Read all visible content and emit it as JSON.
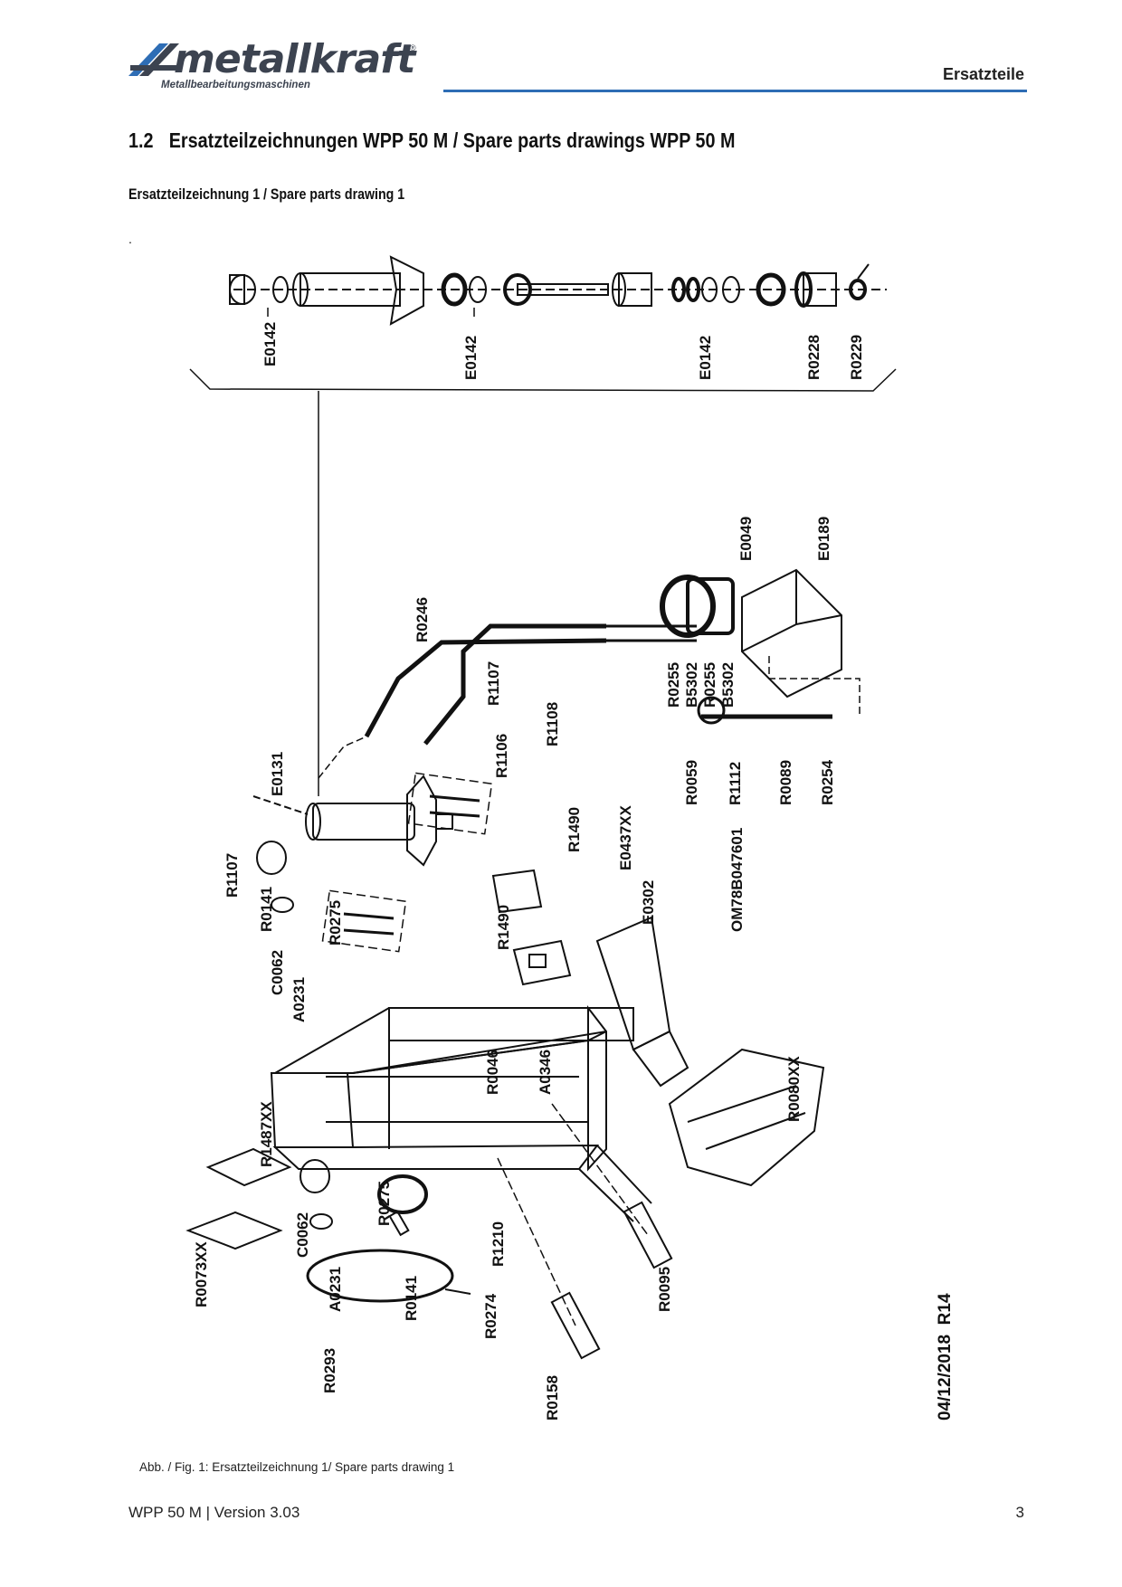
{
  "header": {
    "logo_word": "metallkraft",
    "logo_subtitle": "Metallbearbeitungsmaschinen",
    "section_label": "Ersatzteile",
    "accent_color": "#2e6db5"
  },
  "section": {
    "number": "1.2",
    "title": "Ersatzteilzeichnungen WPP 50 M / Spare parts drawings WPP 50 M"
  },
  "subsection": {
    "title": "Ersatzteilzeichnung 1 / Spare parts drawing 1"
  },
  "stray_dot": ".",
  "drawing": {
    "labels": {
      "e0142_a": "E0142",
      "e0142_b": "E0142",
      "e0142_c": "E0142",
      "r0228": "R0228",
      "r0229": "R0229",
      "e0049": "E0049",
      "e0189": "E0189",
      "r0246": "R0246",
      "r1107_top": "R1107",
      "r1108": "R1108",
      "r0255_a": "R0255",
      "b5302_a": "B5302",
      "r0255_b": "R0255",
      "b5302_b": "B5302",
      "e0131": "E0131",
      "r1106": "R1106",
      "r0059": "R0059",
      "r1112": "R1112",
      "r0089": "R0089",
      "r0254": "R0254",
      "r1107_left": "R1107",
      "r1490_a": "R1490",
      "e0437xx": "E0437XX",
      "r0141_a": "R0141",
      "r0275_a": "R0275",
      "c0062_a": "C0062",
      "a0231_a": "A0231",
      "r1490_b": "R1490",
      "e0302": "E0302",
      "om78b047601": "OM78B047601",
      "r0046": "R0046",
      "a0346": "A0346",
      "r1487xx": "R1487XX",
      "r0080xx": "R0080XX",
      "r0275_b": "R0275",
      "c0062_b": "C0062",
      "r1210": "R1210",
      "r0073xx": "R0073XX",
      "a0231_b": "A0231",
      "r0141_b": "R0141",
      "r0274": "R0274",
      "r0095": "R0095",
      "r0293": "R0293",
      "r0158": "R0158"
    },
    "revision_stamp": "04/12/2018_R14"
  },
  "caption": "Abb. / Fig. 1: Ersatzteilzeichnung 1/ Spare parts drawing 1",
  "footer": {
    "document": "WPP 50 M | Version 3.03",
    "page_number": "3"
  }
}
